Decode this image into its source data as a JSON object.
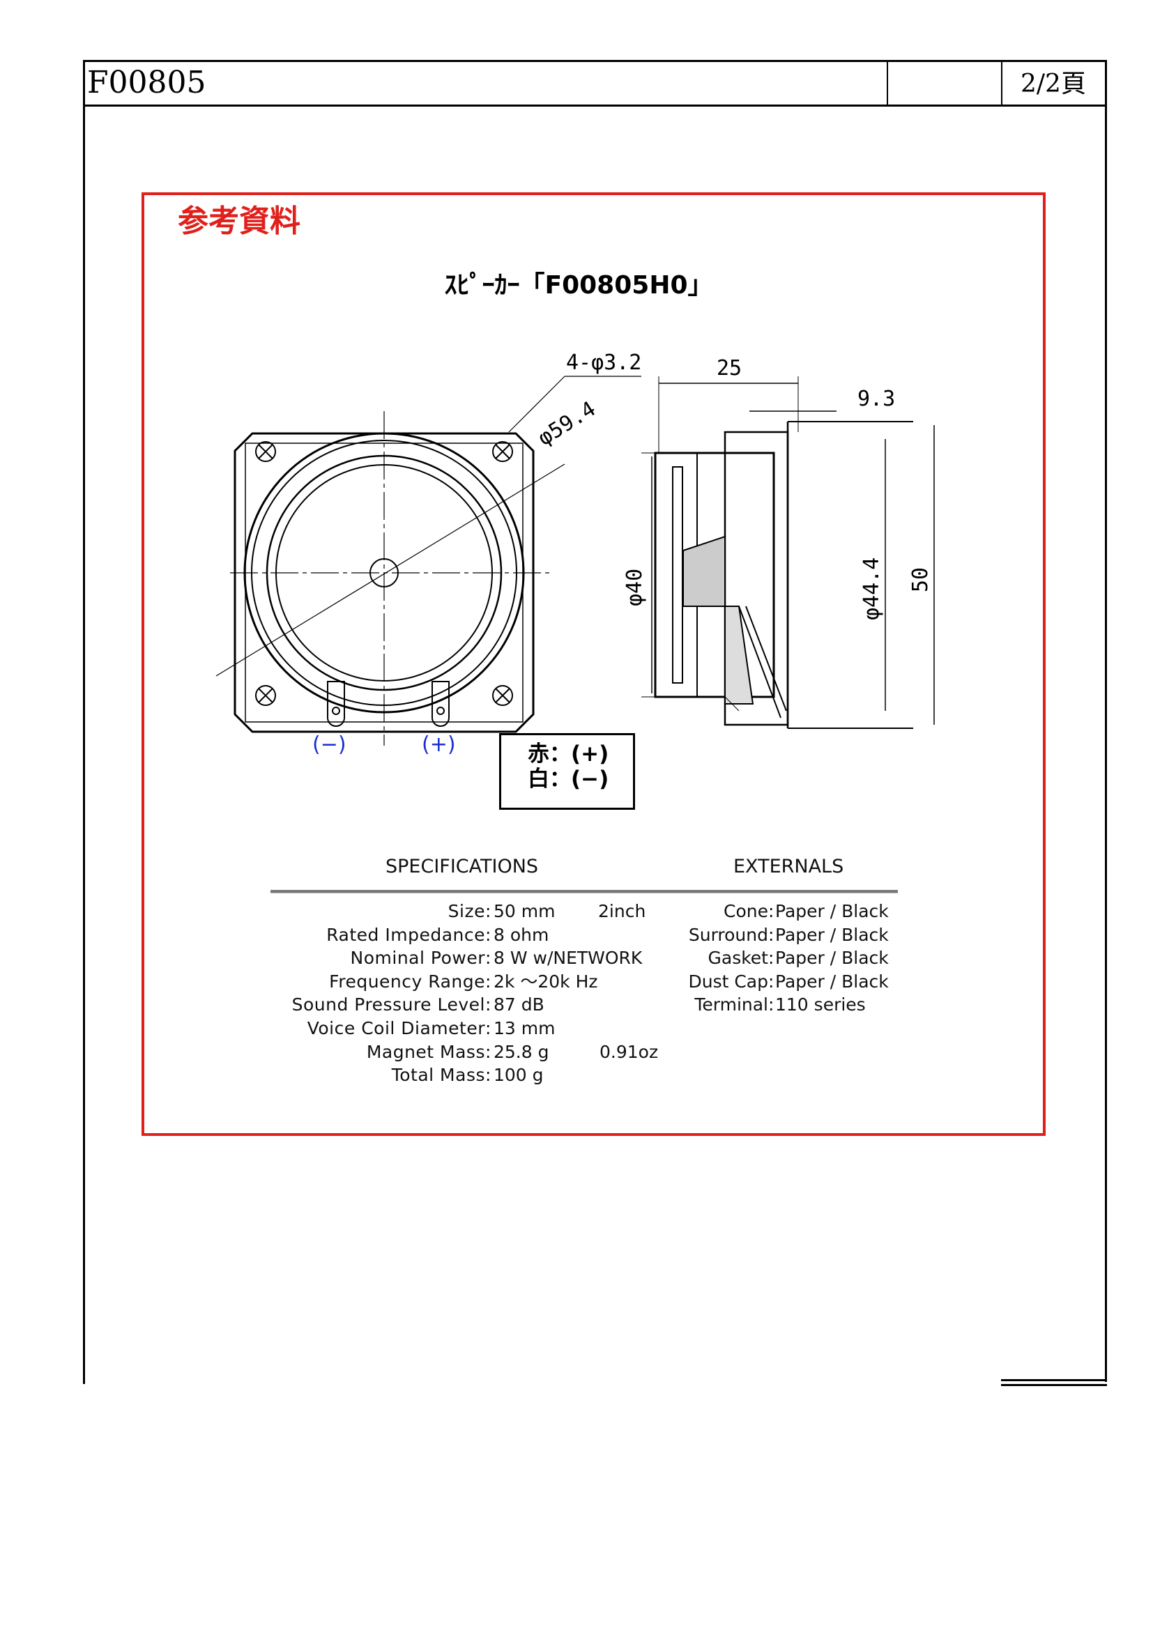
{
  "header": {
    "doc_code": "F00805",
    "page": "2/2頁"
  },
  "reference": {
    "title": "参考資料",
    "speaker_title": "ｽﾋﾟｰｶｰ「F00805H0」"
  },
  "drawing": {
    "hole_spec": "4-φ3.2",
    "pcd": "φ59.4",
    "depth": "25",
    "flange": "9.3",
    "magnet_dia": "φ40",
    "frame_dia": "φ44.4",
    "height": "50"
  },
  "polarity": {
    "minus": "(−)",
    "plus": "(+)",
    "red": "赤：(+)",
    "white": "白：(−)"
  },
  "specs": {
    "heading": "SPECIFICATIONS",
    "rows": [
      {
        "label": "Size",
        "value": "50 mm",
        "secondary": "2inch"
      },
      {
        "label": "Rated  Impedance",
        "value": "8 ohm",
        "secondary": ""
      },
      {
        "label": "Nominal  Power",
        "value": "8 W w/NETWORK",
        "secondary": ""
      },
      {
        "label": "Frequency  Range",
        "value": "2k ～20k Hz",
        "secondary": ""
      },
      {
        "label": "Sound  Pressure  Level",
        "value": "87 dB",
        "secondary": ""
      },
      {
        "label": "Voice  Coil  Diameter",
        "value": "13 mm",
        "secondary": ""
      },
      {
        "label": "Magnet  Mass",
        "value": "25.8 g",
        "secondary": "0.91oz"
      },
      {
        "label": "Total  Mass",
        "value": "100 g",
        "secondary": ""
      }
    ]
  },
  "externals": {
    "heading": "EXTERNALS",
    "rows": [
      {
        "label": "Cone",
        "value": "Paper / Black"
      },
      {
        "label": "Surround",
        "value": "Paper / Black"
      },
      {
        "label": "Gasket",
        "value": "Paper / Black"
      },
      {
        "label": "Dust Cap",
        "value": "Paper / Black"
      },
      {
        "label": "Terminal",
        "value": "110 series"
      }
    ]
  }
}
